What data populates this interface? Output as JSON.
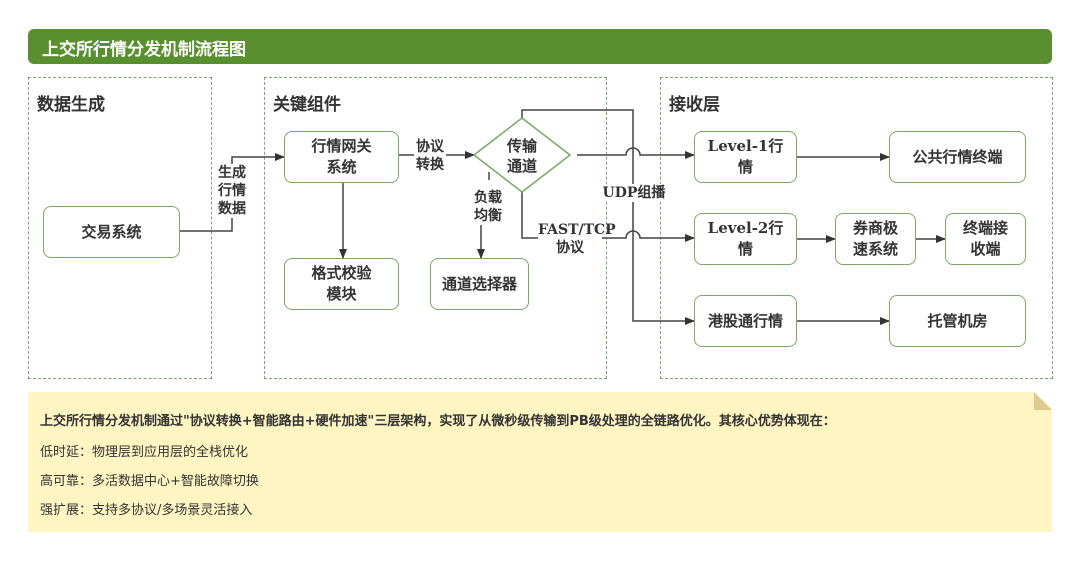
{
  "title": "上交所行情分发机制流程图",
  "panels": {
    "data_gen": "数据生成",
    "components": "关键组件",
    "receive": "接收层"
  },
  "nodes": {
    "trade_system": "交易系统",
    "gateway": "行情网关系统",
    "format_check": "格式校验模块",
    "channel": "传输通道",
    "channel_selector": "通道选择器",
    "level1": "Level-1行情",
    "public_terminal": "公共行情终端",
    "level2": "Level-2行情",
    "broker_fast": "券商极速系统",
    "terminal_recv": "终端接收端",
    "hk_connect": "港股通行情",
    "hosting": "托管机房"
  },
  "edge_labels": {
    "generate": "生成行情数据",
    "protocol_convert": "协议转换",
    "load_balance": "负载均衡",
    "udp": "UDP组播",
    "fast_tcp": "FAST/TCP协议"
  },
  "note": {
    "lead": "上交所行情分发机制通过\"协议转换+智能路由+硬件加速\"三层架构，实现了从微秒级传输到PB级处理的全链路优化。其核心优势体现在：",
    "items": [
      "低时延：物理层到应用层的全栈优化",
      "高可靠：多活数据中心+智能故障切换",
      "强扩展：支持多协议/多场景灵活接入"
    ]
  },
  "colors": {
    "title_bg": "#5a8f2f",
    "node_border": "#7aa867",
    "note_bg": "#fff5c2",
    "line": "#333333"
  }
}
